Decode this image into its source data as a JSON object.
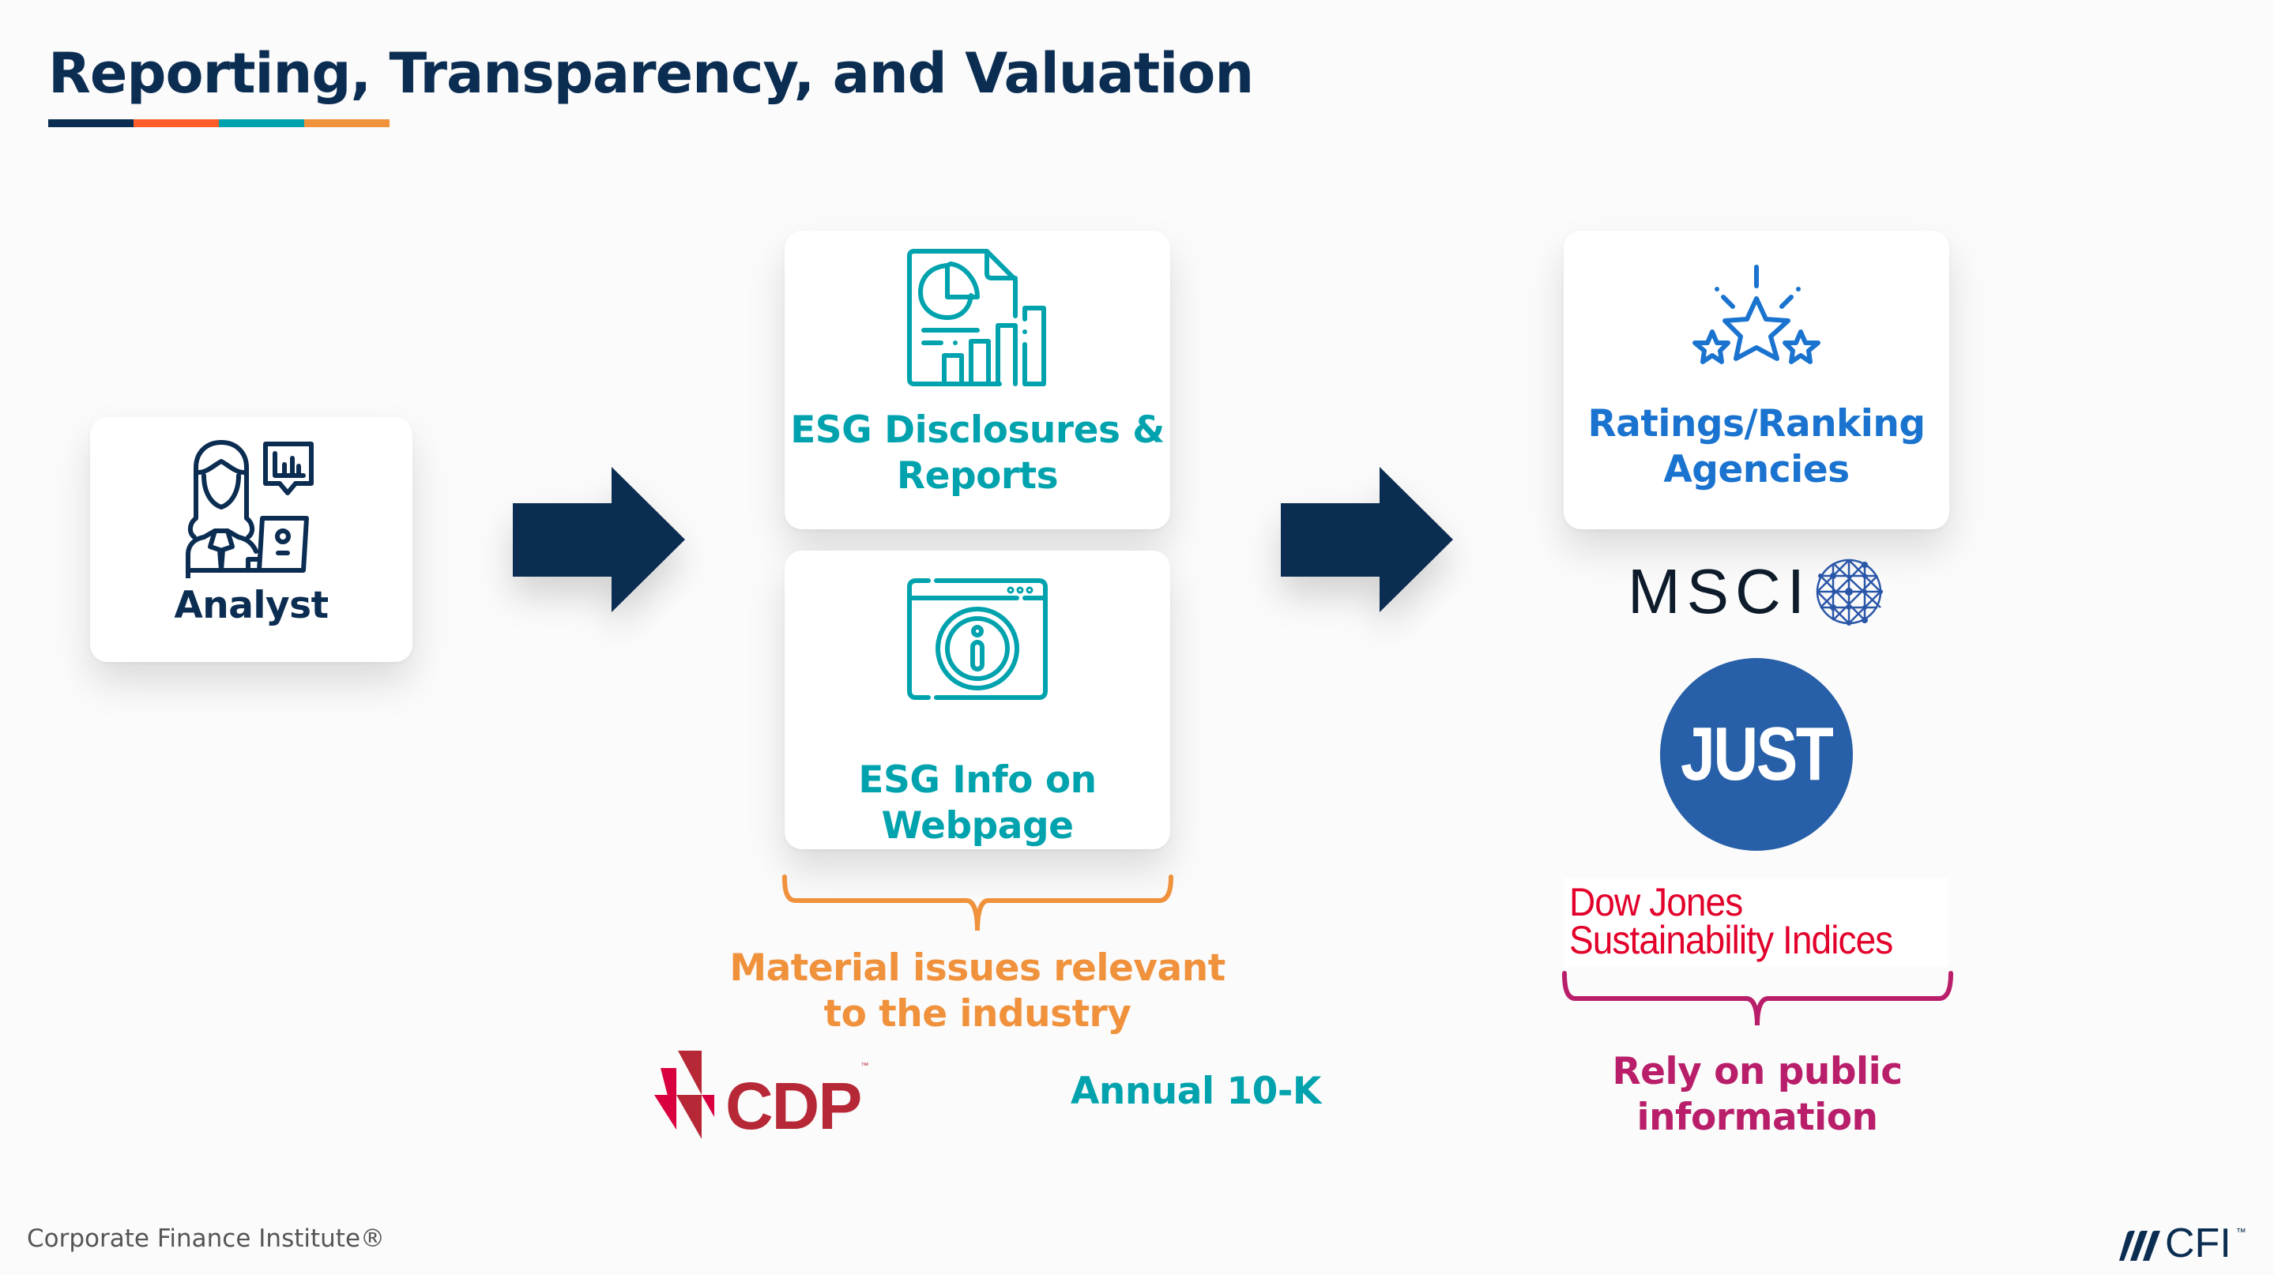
{
  "slide": {
    "title": "Reporting, Transparency, and Valuation",
    "title_bar_colors": [
      "#0b2d52",
      "#ff5c2a",
      "#00a3ad",
      "#f0913c"
    ]
  },
  "flow": {
    "analyst": {
      "label": "Analyst",
      "icon": "analyst-icon"
    },
    "sources": [
      {
        "label_lines": [
          "ESG Disclosures &",
          "Reports"
        ],
        "icon": "report-chart-icon"
      },
      {
        "label_lines": [
          "ESG Info on",
          "Webpage"
        ],
        "icon": "browser-info-icon"
      }
    ],
    "sources_note_lines": [
      "Material issues relevant",
      "to the industry"
    ],
    "sources_examples": {
      "cdp_logo": "CDP",
      "cdp_tm": "™",
      "annual_report": "Annual 10-K"
    },
    "agencies": {
      "label_lines": [
        "Ratings/Ranking",
        "Agencies"
      ],
      "icon": "three-stars-icon"
    },
    "agency_logos": {
      "msci": "MSCI",
      "just": "JUST",
      "djsi_lines": [
        "Dow Jones",
        "Sustainability Indices"
      ]
    },
    "agencies_note_lines": [
      "Rely on public",
      "information"
    ]
  },
  "colors": {
    "navy": "#0b2d52",
    "teal": "#00a3ad",
    "blue": "#1a73cf",
    "orange": "#f0913c",
    "magenta": "#b91e6a",
    "just_blue": "#275fa8",
    "djsi_red": "#e2002b",
    "cdp_red": "#b72837"
  },
  "footer": {
    "copyright": "Corporate Finance Institute®",
    "brand": "CFI",
    "brand_tm": "™"
  }
}
